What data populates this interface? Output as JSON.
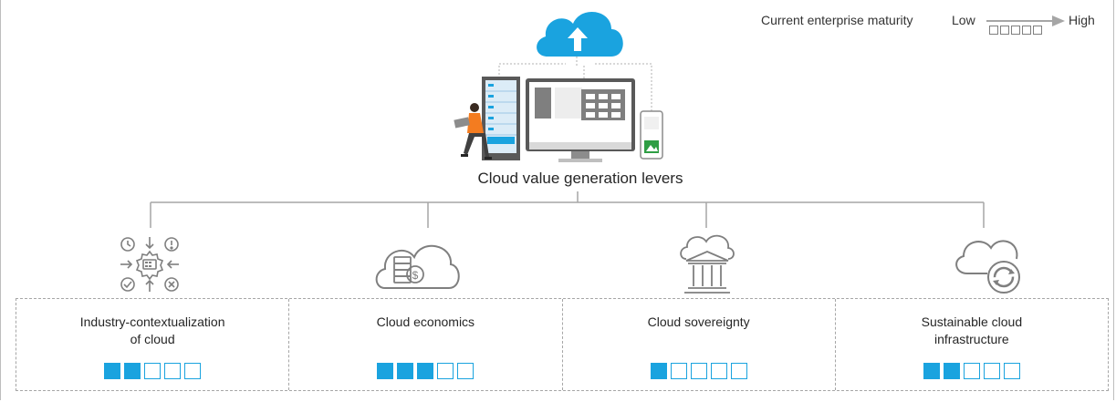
{
  "legend": {
    "title": "Current enterprise maturity",
    "low_label": "Low",
    "high_label": "High",
    "scale_steps": 5
  },
  "hub": {
    "title": "Cloud value generation levers"
  },
  "colors": {
    "accent_blue": "#1aa3df",
    "connector_gray": "#a6a6a6",
    "person_orange": "#f47c20"
  },
  "levers": [
    {
      "label": "Industry-contextualization\nof cloud",
      "icon": "gear-process-icon",
      "maturity": 2,
      "max": 5
    },
    {
      "label": "Cloud economics",
      "icon": "cloud-coins-icon",
      "maturity": 3,
      "max": 5
    },
    {
      "label": "Cloud sovereignty",
      "icon": "cloud-pillar-building-icon",
      "maturity": 1,
      "max": 5
    },
    {
      "label": "Sustainable cloud\ninfrastructure",
      "icon": "cloud-recycle-icon",
      "maturity": 2,
      "max": 5
    }
  ]
}
